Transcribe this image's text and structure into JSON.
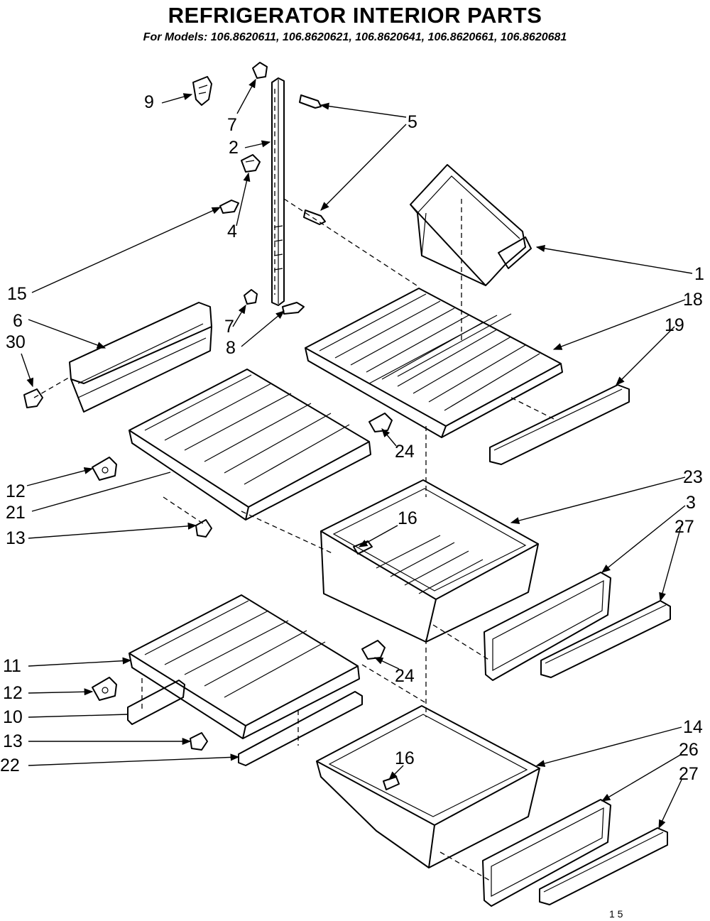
{
  "title": "REFRIGERATOR INTERIOR PARTS",
  "models_line": "For Models: 106.8620611, 106.8620621, 106.8620641, 106.8620661, 106.8620681",
  "callouts": {
    "c9": "9",
    "c7a": "7",
    "c2": "2",
    "c5": "5",
    "c4": "4",
    "c1": "1",
    "c15": "15",
    "c18": "18",
    "c6": "6",
    "c19": "19",
    "c30": "30",
    "c7b": "7",
    "c8": "8",
    "c24a": "24",
    "c23": "23",
    "c12a": "12",
    "c3": "3",
    "c27a": "27",
    "c21": "21",
    "c16a": "16",
    "c13a": "13",
    "c11": "11",
    "c24b": "24",
    "c12b": "12",
    "c10": "10",
    "c14": "14",
    "c13b": "13",
    "c26": "26",
    "c22": "22",
    "c16b": "16",
    "c27b": "27"
  },
  "page_mark": "1 5"
}
